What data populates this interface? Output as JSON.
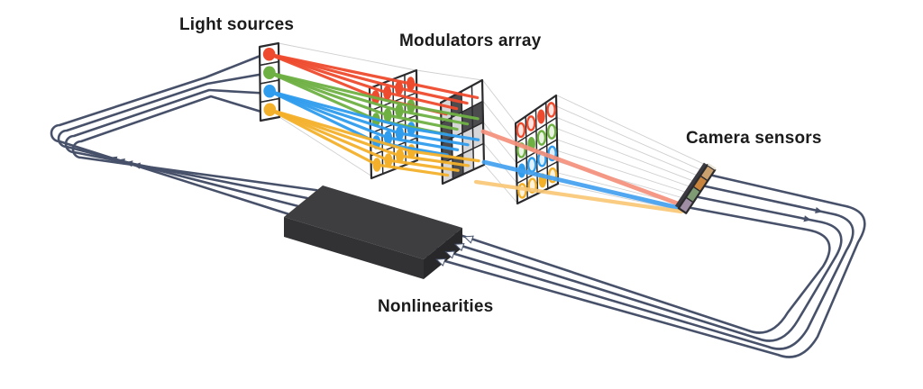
{
  "labels": {
    "light_sources": "Light sources",
    "modulators_array": "Modulators array",
    "camera_sensors": "Camera sensors",
    "nonlinearities": "Nonlinearities"
  },
  "palette": {
    "beam_red": "#ee4b2e",
    "beam_green": "#6fb043",
    "beam_blue": "#2f9ced",
    "beam_yellow": "#f3b02a",
    "beam_red_soft": "#f4907c",
    "beam_blue_soft": "#42a1f0",
    "beam_yellow_soft": "#f8c876",
    "fiber": "#47516a",
    "panel_frame": "#2b2b2e",
    "panel_face": "#ffffff",
    "checker_dark": "#4c4c4f",
    "checker_mid": "#d7d7d9",
    "checker_white": "#fdfdfd",
    "chip_top": "#3e3e41",
    "chip_front": "#323235",
    "chip_side": "#28282b",
    "frustum_line": "#cfcfcf",
    "label_text": "#1b1b1b",
    "camera_edge_dark": "#3a3a40",
    "camera_edge_light": "#eae3d6",
    "arrow_face": "#f2f4f8"
  },
  "light_sources": {
    "count": 4,
    "colors": [
      "beam_red",
      "beam_green",
      "beam_blue",
      "beam_yellow"
    ]
  },
  "modulator1": {
    "rows": 4,
    "cols": 4,
    "row_colors": [
      "beam_red",
      "beam_green",
      "beam_blue",
      "beam_yellow"
    ],
    "dot_style": "solid"
  },
  "mask": {
    "rows": 4,
    "cols": 4,
    "pattern": [
      [
        "mid",
        "dark",
        "white",
        "white"
      ],
      [
        "dark",
        "mid",
        "dark",
        "dark"
      ],
      [
        "dark",
        "white",
        "mid",
        "mid"
      ],
      [
        "mid",
        "dark",
        "mid",
        "white"
      ]
    ]
  },
  "modulator2": {
    "rows": 4,
    "cols": 4,
    "row_colors": [
      "beam_red",
      "beam_green",
      "beam_blue",
      "beam_yellow"
    ],
    "dot_style": "ring",
    "solid_cells": [
      [
        0,
        2
      ],
      [
        1,
        1
      ],
      [
        2,
        0
      ],
      [
        3,
        2
      ]
    ]
  },
  "beams_through_mask": [
    {
      "color": "beam_red_soft"
    },
    {
      "color": "beam_blue_soft"
    },
    {
      "color": "beam_yellow_soft"
    }
  ],
  "camera": {
    "cells": 4,
    "cell_colors_top_to_bottom": [
      "#c9a06e",
      "#c8843c",
      "#7e9b74",
      "#9e8da4"
    ]
  },
  "fibers": {
    "count": 4
  }
}
